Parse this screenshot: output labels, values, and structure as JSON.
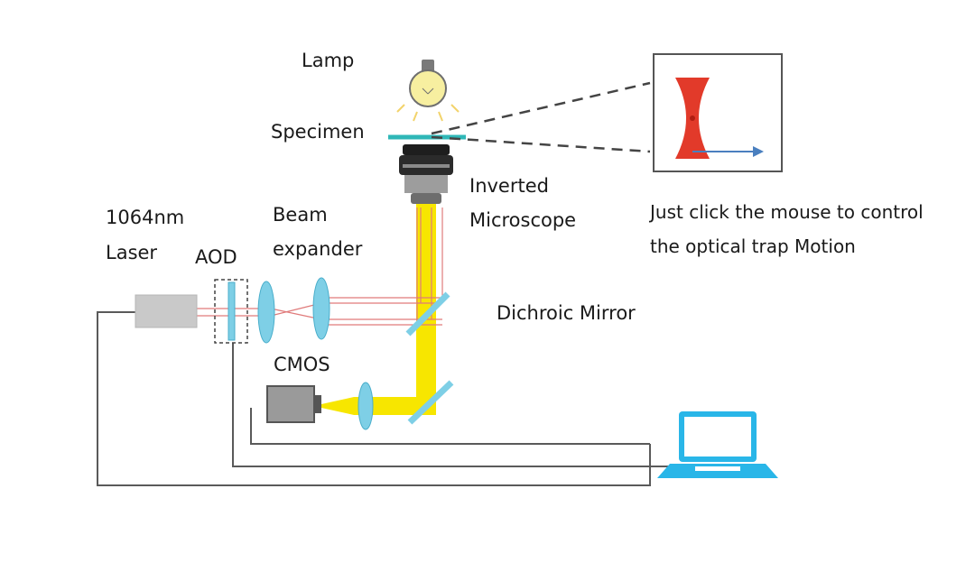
{
  "labels": {
    "lamp": "Lamp",
    "specimen": "Specimen",
    "inverted_line1": "Inverted",
    "inverted_line2": "Microscope",
    "laser_line1": "1064nm",
    "laser_line2": "Laser",
    "beam_line1": "Beam",
    "beam_line2": "expander",
    "aod": "AOD",
    "dichroic": "Dichroic Mirror",
    "cmos": "CMOS",
    "note_line1": "Just click the mouse to control",
    "note_line2": "the optical trap Motion"
  },
  "colors": {
    "wire": "#5a5a5a",
    "optic": "#7ecfe6",
    "optic_stroke": "#4aaecb",
    "laser_beam": "#e07b7b",
    "imaging_beam": "#f7e600",
    "trap": "#e23a2a",
    "arrow": "#4a7fbf",
    "laptop": "#29b6e8"
  }
}
